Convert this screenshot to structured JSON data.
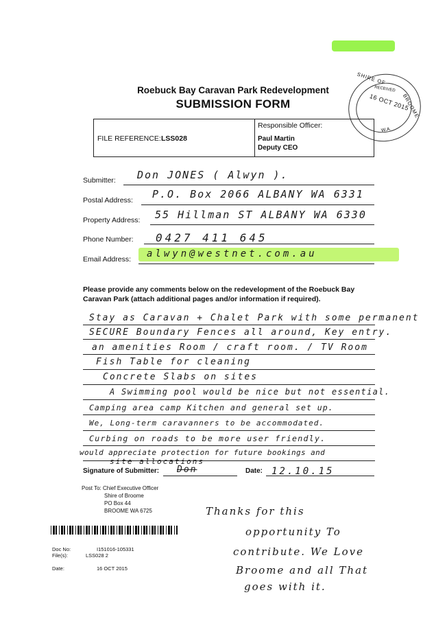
{
  "header": {
    "title": "Roebuck Bay Caravan Park Redevelopment",
    "subtitle": "SUBMISSION FORM"
  },
  "stamp": {
    "line1": "SHIRE OF",
    "line2": "BROOME",
    "date": "16 OCT 2015",
    "bottom": "W.A.",
    "received": "RECEIVED"
  },
  "reference_box": {
    "file_ref_label": "FILE REFERENCE:",
    "file_ref_value": "LSS028",
    "officer_label": "Responsible Officer:",
    "officer_name": "Paul Martin",
    "officer_title": "Deputy CEO"
  },
  "fields": {
    "submitter_label": "Submitter:",
    "submitter_value": "Don JONES  ( Alwyn ).",
    "postal_label": "Postal Address:",
    "postal_value": "P.O. Box  2066  ALBANY WA 6331",
    "property_label": "Property Address:",
    "property_value": "55 Hillman ST  ALBANY WA  6330",
    "phone_label": "Phone Number:",
    "phone_value": "0427 411 645",
    "email_label": "Email Address:",
    "email_value": "alwyn@westnet.com.au"
  },
  "comments": {
    "prompt": "Please provide any comments below on the redevelopment of the Roebuck Bay Caravan Park (attach additional pages and/or information if required).",
    "lines": [
      "Stay as Caravan + Chalet Park with some permanent",
      "SECURE Boundary Fences all around, Key entry.",
      "an amenities Room / craft room. / TV Room",
      "Fish Table for cleaning",
      "Concrete Slabs on sites",
      "A Swimming pool would be nice but not essential.",
      "Camping area camp Kitchen and general set up.",
      "We, Long-term caravanners to be accommodated.",
      "Curbing on roads to be more user friendly.",
      "would appreciate protection for future bookings and",
      "site allocations"
    ]
  },
  "signature": {
    "label": "Signature of Submitter:",
    "value": "Don",
    "date_label": "Date:",
    "date_value": "12.10.15"
  },
  "post_to": {
    "line1": "Post To: Chief Executive Officer",
    "line2": "Shire of Broome",
    "line3": "PO Box 44",
    "line4": "BROOME  WA  6725"
  },
  "doc_info": {
    "doc_no_label": "Doc No:",
    "doc_no_value": "I151016-105331",
    "files_label": "File(s):",
    "files_value": "LSS028 2",
    "date_label": "Date:",
    "date_value": "16 OCT 2015"
  },
  "handwritten_note": [
    "Thanks for this",
    "opportunity  To",
    "contribute. We Love",
    "Broome  and all  That",
    "goes  with  it."
  ]
}
